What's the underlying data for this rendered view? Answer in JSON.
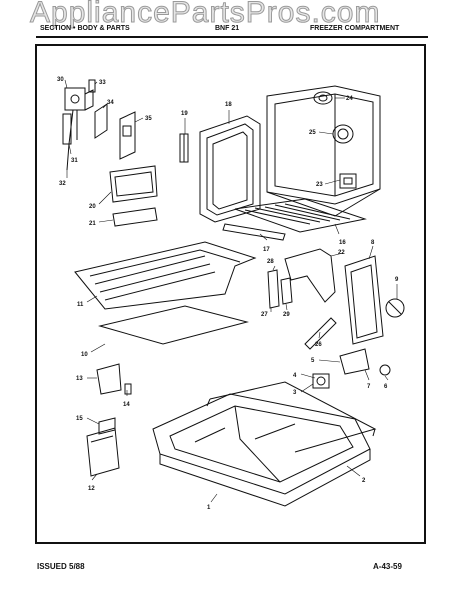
{
  "watermark": "AppliancePartsPros.com",
  "header": {
    "left": "SECTION • BODY & PARTS",
    "middle": "BNF 21",
    "right": "FREEZER COMPARTMENT"
  },
  "footer": {
    "left": "ISSUED 5/88",
    "right": "A-43-59"
  },
  "callouts": [
    "1",
    "2",
    "3",
    "4",
    "5",
    "6",
    "7",
    "8",
    "9",
    "10",
    "11",
    "12",
    "13",
    "14",
    "15",
    "16",
    "17",
    "18",
    "19",
    "20",
    "21",
    "22",
    "23",
    "24",
    "25",
    "26",
    "27",
    "28",
    "29",
    "30",
    "31",
    "32",
    "33",
    "34",
    "35"
  ]
}
